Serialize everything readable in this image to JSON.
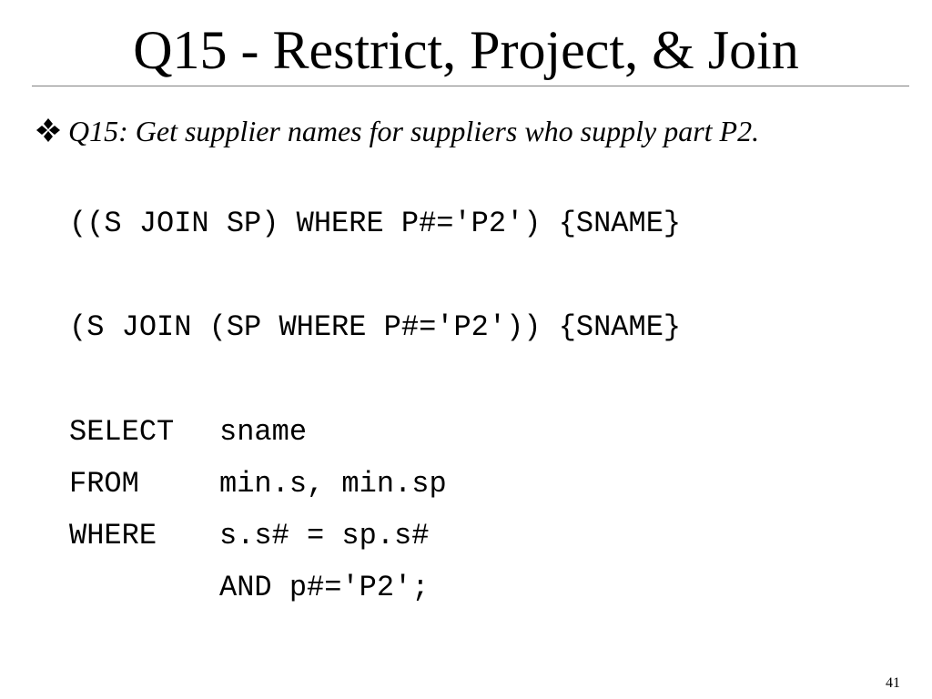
{
  "slide": {
    "title": "Q15 - Restrict, Project, & Join",
    "bullet": {
      "icon": "four-diamond-bullet-icon",
      "text": "Q15: Get supplier names for suppliers who supply part P2."
    },
    "expressions": [
      "((S JOIN SP) WHERE P#='P2') {SNAME}",
      "(S JOIN (SP WHERE P#='P2')) {SNAME}"
    ],
    "sql": {
      "lines": [
        {
          "keyword": "SELECT",
          "clause": "sname"
        },
        {
          "keyword": "FROM",
          "clause": "min.s, min.sp"
        },
        {
          "keyword": "WHERE",
          "clause": "s.s# = sp.s#"
        },
        {
          "keyword": "",
          "clause": "AND p#='P2';"
        }
      ]
    },
    "page_number": "41"
  }
}
